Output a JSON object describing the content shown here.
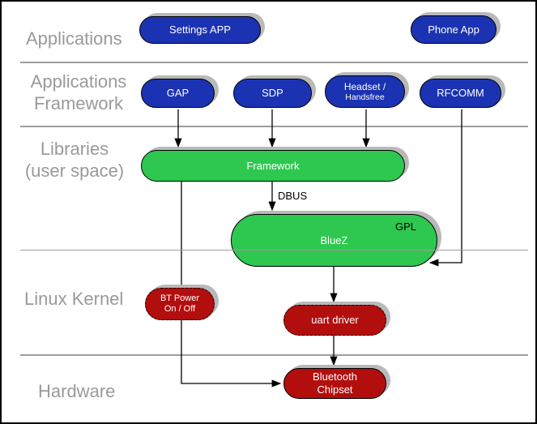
{
  "layers": {
    "applications": "Applications",
    "app_framework_line1": "Applications",
    "app_framework_line2": "Framework",
    "libraries_line1": "Libraries",
    "libraries_line2": "(user space)",
    "linux_kernel": "Linux Kernel",
    "hardware": "Hardware"
  },
  "nodes": {
    "settings_app": "Settings APP",
    "phone_app": "Phone App",
    "gap": "GAP",
    "sdp": "SDP",
    "headset_line1": "Headset /",
    "headset_line2": "Handsfree",
    "rfcomm": "RFCOMM",
    "framework": "Framework",
    "bluez": "BlueZ",
    "bt_power_line1": "BT Power",
    "bt_power_line2": "On / Off",
    "uart_driver": "uart driver",
    "chipset_line1": "Bluetooth",
    "chipset_line2": "Chipset"
  },
  "annotations": {
    "dbus": "DBUS",
    "gpl": "GPL"
  },
  "colors": {
    "application_blue": "#1b33b2",
    "library_green": "#2ec850",
    "kernel_red": "#b30e0e",
    "label_gray": "#9a9a9a",
    "divider_gray": "#9e9e9e",
    "shadow_gray": "#b9b9b9"
  }
}
